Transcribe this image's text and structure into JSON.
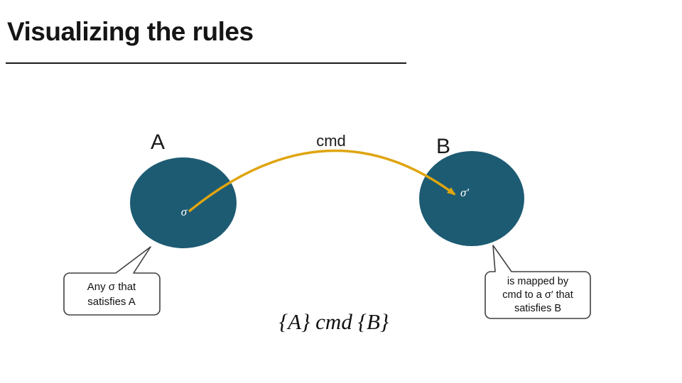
{
  "slide": {
    "title": "Visualizing the rules",
    "formula": "{A} cmd {B}"
  },
  "diagram": {
    "set_a_label": "A",
    "set_b_label": "B",
    "arrow_label": "cmd",
    "sigma_label": "σ",
    "sigma_prime_label": "σ′",
    "colors": {
      "ellipse_fill": "#1d5b73",
      "arrow": "#dfa511",
      "callout_border": "#404040"
    }
  },
  "callout_left": {
    "lines": [
      "Any σ that",
      "satisfies A"
    ]
  },
  "callout_right": {
    "lines": [
      "is mapped by",
      "cmd to a σ′ that",
      "satisfies B"
    ]
  }
}
